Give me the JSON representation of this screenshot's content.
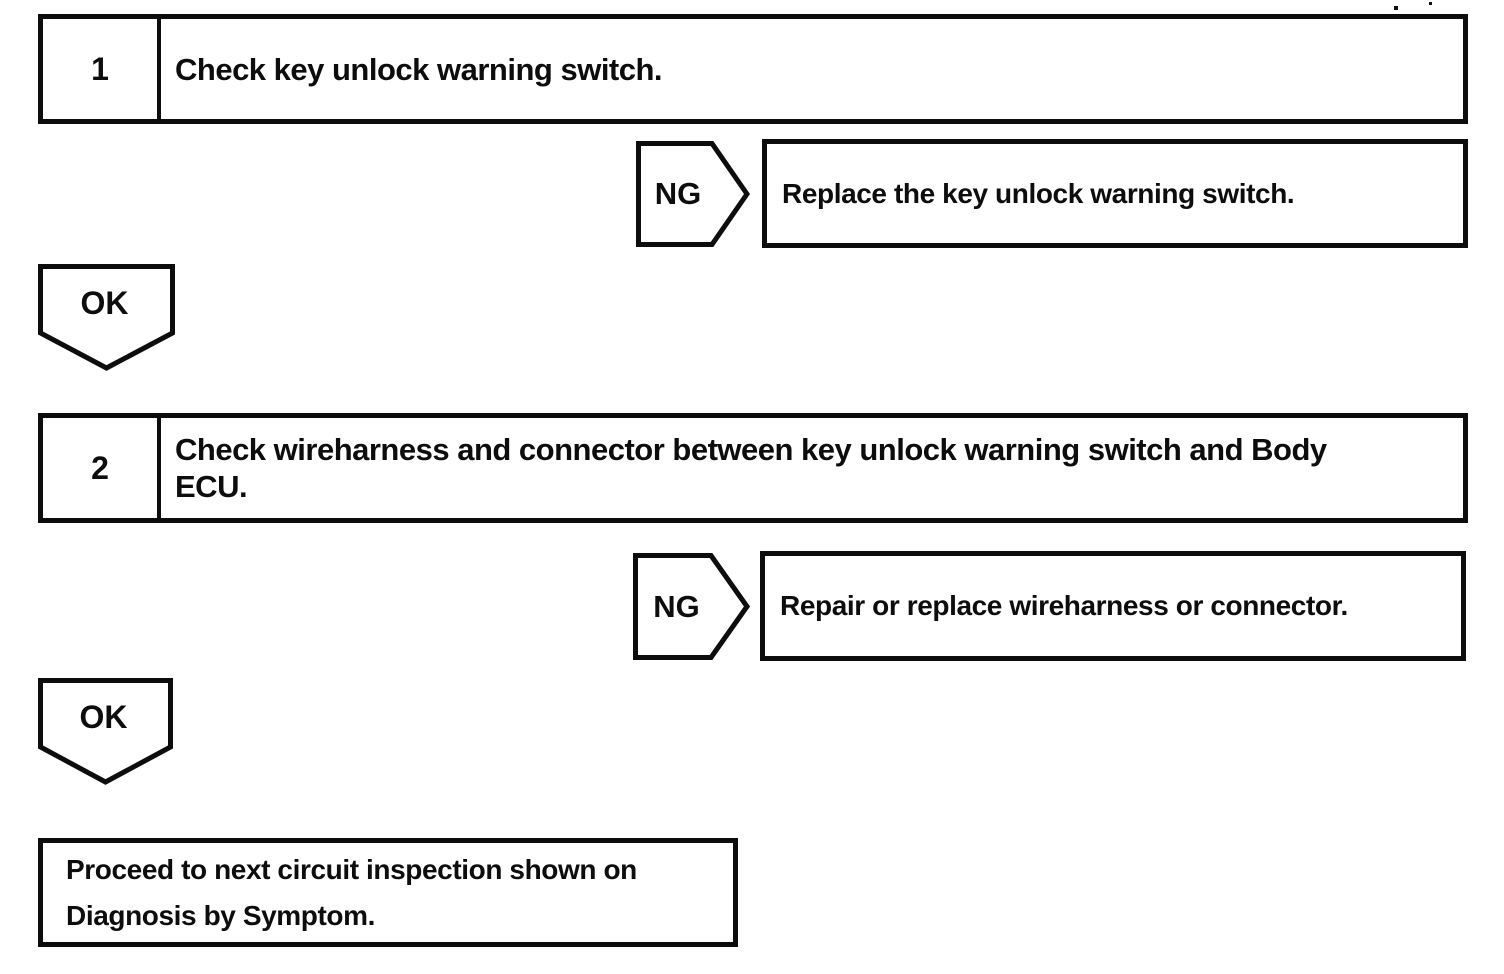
{
  "flowchart": {
    "steps": [
      {
        "number": "1",
        "lines": [
          "Check key unlock warning switch."
        ]
      },
      {
        "number": "2",
        "lines": [
          "Check wireharness and connector between key unlock warning switch and Body",
          "ECU."
        ]
      }
    ],
    "branches": [
      {
        "label": "NG",
        "result": "Replace the key unlock warning switch."
      },
      {
        "label": "NG",
        "result": "Repair or replace wireharness or connector."
      }
    ],
    "ok": [
      {
        "label": "OK"
      },
      {
        "label": "OK"
      }
    ],
    "final": {
      "lines": [
        "Proceed to next circuit inspection shown on",
        "Diagnosis by Symptom."
      ]
    }
  },
  "colors": {
    "ink": "#0d0d0d",
    "paper": "#ffffff"
  }
}
